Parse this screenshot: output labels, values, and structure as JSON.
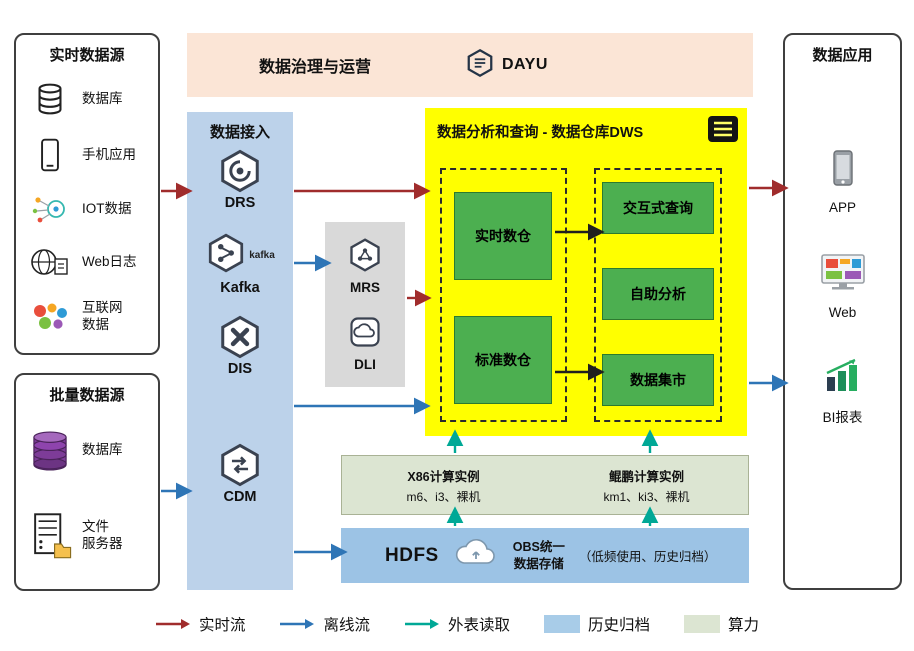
{
  "colors": {
    "realtime_flow": "#A02C2C",
    "offline_flow": "#2E75B6",
    "external_read": "#00A896",
    "history_archive": "#A8CCE8",
    "compute_power": "#DCE5D2",
    "governance_bg": "#FBE5D6",
    "ingestion_bg": "#BCD2EA",
    "processing_bg": "#D9D9D9",
    "dws_bg": "#FFFF00",
    "dws_inner_green": "#4CAF50",
    "storage_bg": "#9CC3E5"
  },
  "realtime_sources": {
    "title": "实时数据源",
    "items": [
      {
        "label": "数据库",
        "icon": "database-icon"
      },
      {
        "label": "手机应用",
        "icon": "phone-icon"
      },
      {
        "label": "IOT数据",
        "icon": "iot-icon"
      },
      {
        "label": "Web日志",
        "icon": "web-log-icon"
      },
      {
        "label": "互联网\n数据",
        "icon": "internet-data-icon"
      }
    ]
  },
  "batch_sources": {
    "title": "批量数据源",
    "items": [
      {
        "label": "数据库",
        "icon": "database-stack-icon"
      },
      {
        "label": "文件\n服务器",
        "icon": "file-server-icon"
      }
    ]
  },
  "governance": {
    "title": "数据治理与运营",
    "product": "DAYU",
    "icon": "dayu-hexagon-icon"
  },
  "ingestion": {
    "title": "数据接入",
    "items": [
      {
        "label": "DRS",
        "icon": "drs-hexagon-icon"
      },
      {
        "label": "Kafka",
        "icon": "kafka-hexagon-icon",
        "wordmark": "kafka"
      },
      {
        "label": "DIS",
        "icon": "dis-hexagon-icon"
      },
      {
        "label": "CDM",
        "icon": "cdm-hexagon-icon"
      }
    ]
  },
  "processing": {
    "items": [
      {
        "label": "MRS",
        "icon": "mrs-hexagon-icon"
      },
      {
        "label": "DLI",
        "icon": "dli-cloud-icon"
      }
    ]
  },
  "dws": {
    "title": "数据分析和查询 - 数据仓库DWS",
    "icon": "document-icon",
    "warehouses": [
      {
        "label": "实时数仓"
      },
      {
        "label": "标准数仓"
      }
    ],
    "services": [
      {
        "label": "交互式查询"
      },
      {
        "label": "自助分析"
      },
      {
        "label": "数据集市"
      }
    ]
  },
  "compute": {
    "instances": [
      {
        "title": "X86计算实例",
        "models": "m6、i3、裸机"
      },
      {
        "title": "鲲鹏计算实例",
        "models": "km1、ki3、裸机"
      }
    ]
  },
  "storage": {
    "name": "HDFS",
    "icon": "cloud-icon",
    "label": "OBS统一\n数据存储",
    "note": "（低频使用、历史归档）"
  },
  "applications": {
    "title": "数据应用",
    "items": [
      {
        "label": "APP",
        "icon": "app-phone-icon"
      },
      {
        "label": "Web",
        "icon": "web-monitor-icon"
      },
      {
        "label": "BI报表",
        "icon": "bi-chart-icon"
      }
    ]
  },
  "legend": {
    "items": [
      {
        "label": "实时流",
        "swatch": "arrow",
        "color": "#A02C2C"
      },
      {
        "label": "离线流",
        "swatch": "arrow",
        "color": "#2E75B6"
      },
      {
        "label": "外表读取",
        "swatch": "arrow",
        "color": "#00A896"
      },
      {
        "label": "历史归档",
        "swatch": "box",
        "color": "#A8CCE8"
      },
      {
        "label": "算力",
        "swatch": "box",
        "color": "#DCE5D2"
      }
    ]
  }
}
